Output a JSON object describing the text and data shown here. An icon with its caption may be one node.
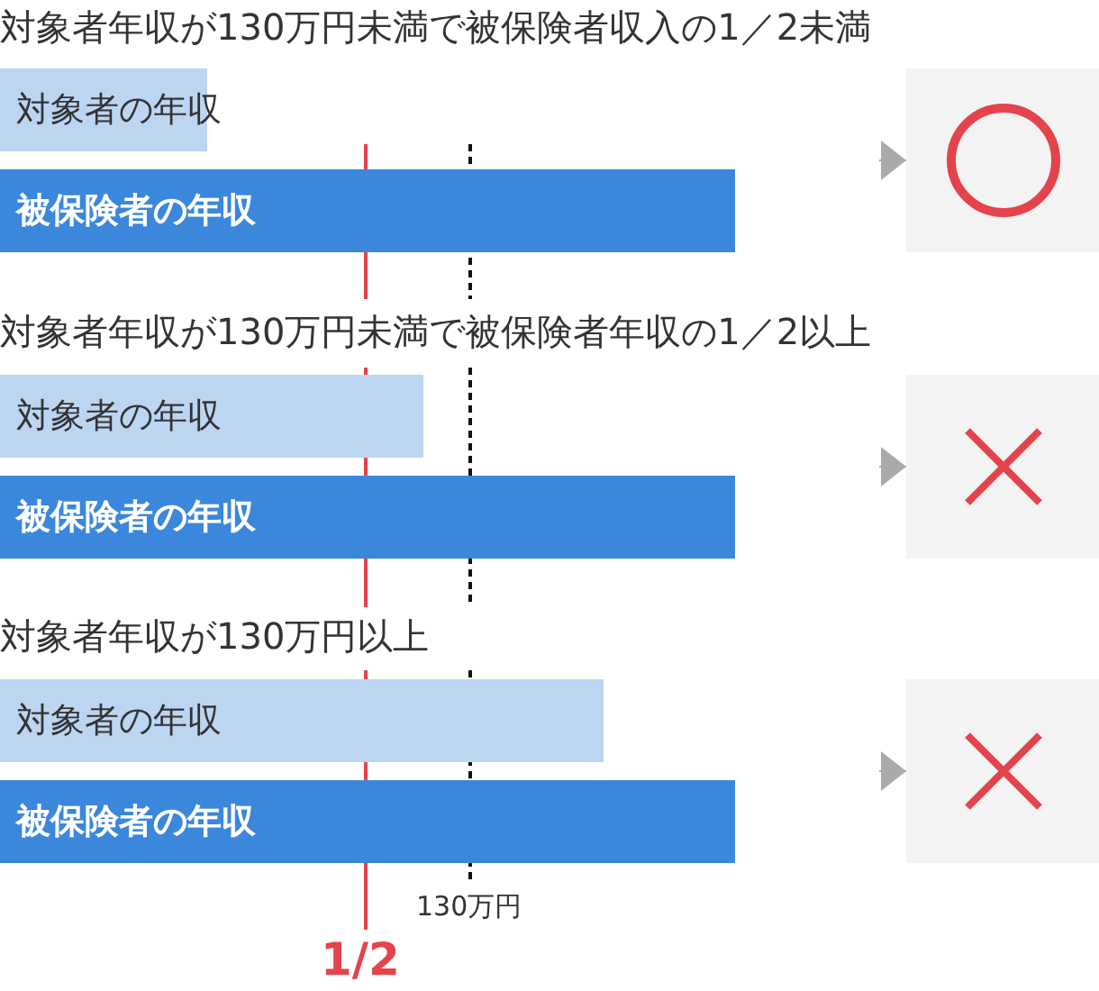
{
  "diagram": {
    "nodes": [
      {
        "text": [
          "対象者の年収"
        ]
      },
      {
        "text": [
          "被保険者の年収"
        ]
      },
      {
        "text": [],
        "shape": "circle"
      },
      {
        "text": [
          "対象者の年収"
        ]
      },
      {
        "text": [
          "被保険者の年収"
        ]
      },
      {
        "text": [],
        "shape": "cross"
      },
      {
        "text": [
          "対象者の年収"
        ]
      },
      {
        "text": [
          "被保険者の年収"
        ]
      },
      {
        "text": [],
        "shape": "cross"
      }
    ],
    "edges": [
      {
        "from": null,
        "to": 2,
        "arrow": "to"
      },
      {
        "from": null,
        "to": 5,
        "arrow": "to"
      },
      {
        "from": null,
        "to": 8,
        "arrow": "to"
      }
    ],
    "labels": [
      "対象者年収が130万円未満で被保険者収入の1／2未満",
      "対象者年収が130万円未満で被保険者年収の1／2以上",
      "対象者年収が130万円以上",
      "130万円",
      "1/2"
    ]
  }
}
